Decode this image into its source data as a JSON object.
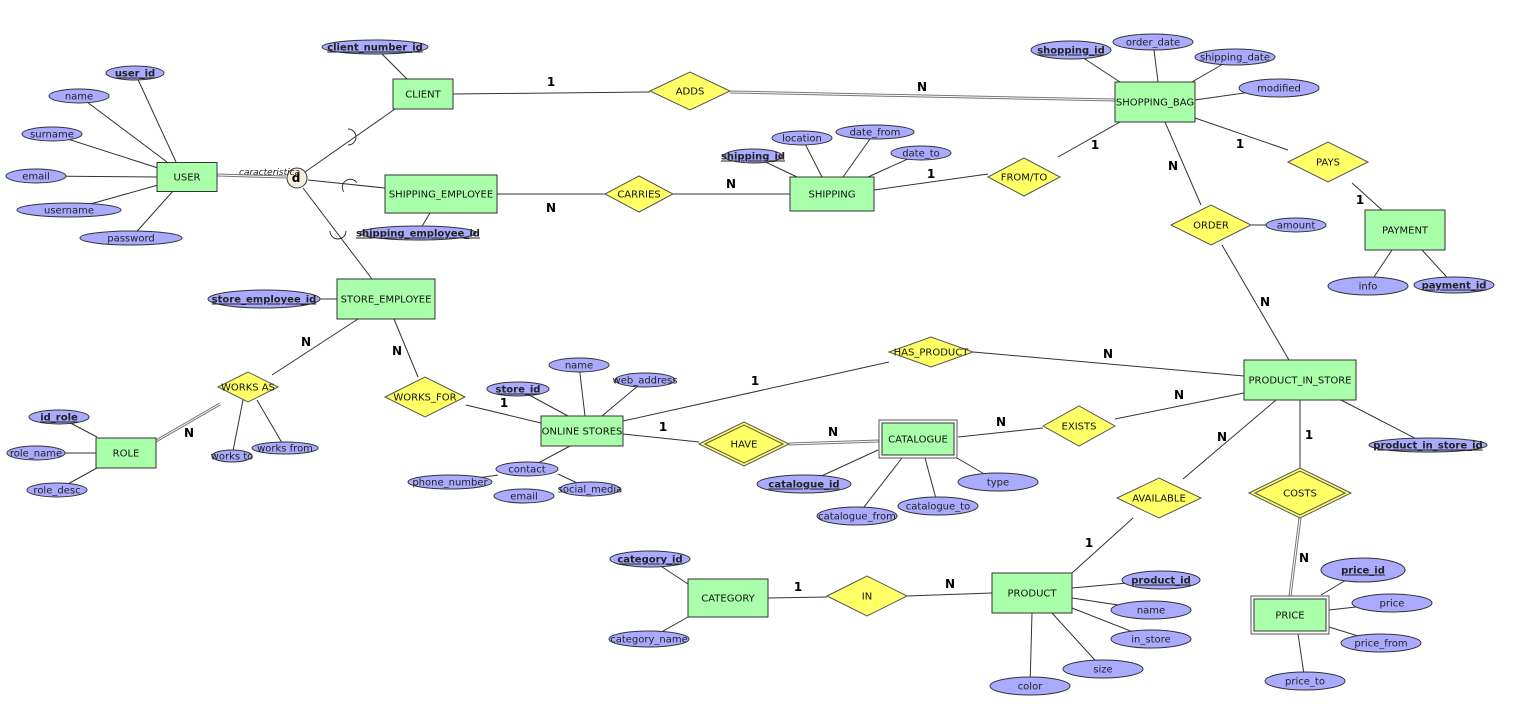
{
  "diagram": {
    "type": "entity-relationship",
    "colors": {
      "entity_fill": "#aaffaa",
      "relationship_fill": "#ffff66",
      "attribute_fill": "#aaaaff",
      "specialization_fill": "#f5f0dc"
    },
    "entities": [
      {
        "id": "USER",
        "label": "USER",
        "weak": false
      },
      {
        "id": "CLIENT",
        "label": "CLIENT",
        "weak": false
      },
      {
        "id": "SHIPPING_EMPLOYEE",
        "label": "SHIPPING_EMPLOYEE",
        "weak": false
      },
      {
        "id": "STORE_EMPLOYEE",
        "label": "STORE_EMPLOYEE",
        "weak": false
      },
      {
        "id": "ROLE",
        "label": "ROLE",
        "weak": false
      },
      {
        "id": "SHIPPING",
        "label": "SHIPPING",
        "weak": false
      },
      {
        "id": "SHOPPING_BAG",
        "label": "SHOPPING_BAG",
        "weak": false
      },
      {
        "id": "PAYMENT",
        "label": "PAYMENT",
        "weak": false
      },
      {
        "id": "ONLINE_STORES",
        "label": "ONLINE STORES",
        "weak": false
      },
      {
        "id": "CATALOGUE",
        "label": "CATALOGUE",
        "weak": true
      },
      {
        "id": "PRODUCT_IN_STORE",
        "label": "PRODUCT_IN_STORE",
        "weak": false
      },
      {
        "id": "CATEGORY",
        "label": "CATEGORY",
        "weak": false
      },
      {
        "id": "PRODUCT",
        "label": "PRODUCT",
        "weak": false
      },
      {
        "id": "PRICE",
        "label": "PRICE",
        "weak": true
      }
    ],
    "relationships": [
      {
        "id": "ADDS",
        "label": "ADDS",
        "identifying": false
      },
      {
        "id": "CARRIES",
        "label": "CARRIES",
        "identifying": false
      },
      {
        "id": "FROM_TO",
        "label": "FROM/TO",
        "identifying": false
      },
      {
        "id": "PAYS",
        "label": "PAYS",
        "identifying": false
      },
      {
        "id": "ORDER",
        "label": "ORDER",
        "identifying": false
      },
      {
        "id": "WORKS_AS",
        "label": "WORKS AS",
        "identifying": false
      },
      {
        "id": "WORKS_FOR",
        "label": "WORKS_FOR",
        "identifying": false
      },
      {
        "id": "HAS_PRODUCT",
        "label": "HAS_PRODUCT",
        "identifying": false
      },
      {
        "id": "HAVE",
        "label": "HAVE",
        "identifying": true
      },
      {
        "id": "EXISTS",
        "label": "EXISTS",
        "identifying": false
      },
      {
        "id": "AVAILABLE",
        "label": "AVAILABLE",
        "identifying": false
      },
      {
        "id": "COSTS",
        "label": "COSTS",
        "identifying": true
      },
      {
        "id": "IN",
        "label": "IN",
        "identifying": false
      }
    ],
    "attributes": [
      {
        "id": "user_id",
        "label": "user_id",
        "key": true,
        "owner": "USER"
      },
      {
        "id": "user_name",
        "label": "name",
        "key": false,
        "owner": "USER"
      },
      {
        "id": "user_surname",
        "label": "surname",
        "key": false,
        "owner": "USER"
      },
      {
        "id": "user_email",
        "label": "email",
        "key": false,
        "owner": "USER"
      },
      {
        "id": "user_username",
        "label": "username",
        "key": false,
        "owner": "USER"
      },
      {
        "id": "user_password",
        "label": "password",
        "key": false,
        "owner": "USER"
      },
      {
        "id": "client_number_id",
        "label": "client_number_id",
        "key": true,
        "owner": "CLIENT"
      },
      {
        "id": "shipping_employee_id",
        "label": "shipping_employee_id",
        "key": true,
        "owner": "SHIPPING_EMPLOYEE"
      },
      {
        "id": "store_employee_id",
        "label": "store_employee_id",
        "key": true,
        "owner": "STORE_EMPLOYEE"
      },
      {
        "id": "id_role",
        "label": "id_role",
        "key": true,
        "owner": "ROLE"
      },
      {
        "id": "role_name",
        "label": "role_name",
        "key": false,
        "owner": "ROLE"
      },
      {
        "id": "role_desc",
        "label": "role_desc",
        "key": false,
        "owner": "ROLE"
      },
      {
        "id": "works_to",
        "label": "works to",
        "key": false,
        "owner": "WORKS_AS"
      },
      {
        "id": "works_from",
        "label": "works from",
        "key": false,
        "owner": "WORKS_AS"
      },
      {
        "id": "shipping_id",
        "label": "shipping_id",
        "key": true,
        "owner": "SHIPPING"
      },
      {
        "id": "location",
        "label": "location",
        "key": false,
        "owner": "SHIPPING"
      },
      {
        "id": "date_from",
        "label": "date_from",
        "key": false,
        "owner": "SHIPPING"
      },
      {
        "id": "date_to",
        "label": "date_to",
        "key": false,
        "owner": "SHIPPING"
      },
      {
        "id": "shopping_id",
        "label": "shopping_id",
        "key": true,
        "owner": "SHOPPING_BAG"
      },
      {
        "id": "order_date",
        "label": "order_date",
        "key": false,
        "owner": "SHOPPING_BAG"
      },
      {
        "id": "shipping_date",
        "label": "shipping_date",
        "key": false,
        "owner": "SHOPPING_BAG"
      },
      {
        "id": "modified",
        "label": "modified",
        "key": false,
        "owner": "SHOPPING_BAG"
      },
      {
        "id": "amount",
        "label": "amount",
        "key": false,
        "owner": "ORDER"
      },
      {
        "id": "info",
        "label": "info",
        "key": false,
        "owner": "PAYMENT"
      },
      {
        "id": "payment_id",
        "label": "payment_id",
        "key": true,
        "owner": "PAYMENT"
      },
      {
        "id": "store_id",
        "label": "store_id",
        "key": true,
        "owner": "ONLINE_STORES"
      },
      {
        "id": "store_name",
        "label": "name",
        "key": false,
        "owner": "ONLINE_STORES"
      },
      {
        "id": "web_address",
        "label": "web_address",
        "key": false,
        "owner": "ONLINE_STORES"
      },
      {
        "id": "contact",
        "label": "contact",
        "key": false,
        "owner": "ONLINE_STORES"
      },
      {
        "id": "phone_number",
        "label": "phone_number",
        "key": false,
        "owner": "contact"
      },
      {
        "id": "contact_email",
        "label": "email",
        "key": false,
        "owner": "contact"
      },
      {
        "id": "social_media",
        "label": "social_media",
        "key": false,
        "owner": "contact"
      },
      {
        "id": "catalogue_id",
        "label": "catalogue_id",
        "key": true,
        "partial": true,
        "owner": "CATALOGUE"
      },
      {
        "id": "catalogue_from",
        "label": "catalogue_from",
        "key": false,
        "owner": "CATALOGUE"
      },
      {
        "id": "catalogue_to",
        "label": "catalogue_to",
        "key": false,
        "owner": "CATALOGUE"
      },
      {
        "id": "type",
        "label": "type",
        "key": false,
        "owner": "CATALOGUE"
      },
      {
        "id": "product_in_store_id",
        "label": "product_in_store_id",
        "key": true,
        "owner": "PRODUCT_IN_STORE"
      },
      {
        "id": "category_id",
        "label": "category_id",
        "key": true,
        "owner": "CATEGORY"
      },
      {
        "id": "category_name",
        "label": "category_name",
        "key": false,
        "owner": "CATEGORY"
      },
      {
        "id": "product_id",
        "label": "product_id",
        "key": true,
        "owner": "PRODUCT"
      },
      {
        "id": "product_name",
        "label": "name",
        "key": false,
        "owner": "PRODUCT"
      },
      {
        "id": "in_store",
        "label": "in_store",
        "key": false,
        "owner": "PRODUCT"
      },
      {
        "id": "size",
        "label": "size",
        "key": false,
        "owner": "PRODUCT"
      },
      {
        "id": "color",
        "label": "color",
        "key": false,
        "owner": "PRODUCT"
      },
      {
        "id": "price_id",
        "label": "price_id",
        "key": true,
        "partial": true,
        "owner": "PRICE"
      },
      {
        "id": "price",
        "label": "price",
        "key": false,
        "owner": "PRICE"
      },
      {
        "id": "price_from",
        "label": "price_from",
        "key": false,
        "owner": "PRICE"
      },
      {
        "id": "price_to",
        "label": "price_to",
        "key": false,
        "owner": "PRICE"
      }
    ],
    "specialization": {
      "parent": "USER",
      "symbol": "d",
      "label": "caracteristica",
      "children": [
        "CLIENT",
        "SHIPPING_EMPLOYEE",
        "STORE_EMPLOYEE"
      ]
    },
    "connections": [
      {
        "from": "CLIENT",
        "to": "ADDS",
        "cardinality": "1",
        "total": false
      },
      {
        "from": "ADDS",
        "to": "SHOPPING_BAG",
        "cardinality": "N",
        "total": true
      },
      {
        "from": "SHIPPING_EMPLOYEE",
        "to": "CARRIES",
        "cardinality": "N",
        "total": false
      },
      {
        "from": "CARRIES",
        "to": "SHIPPING",
        "cardinality": "N",
        "total": false
      },
      {
        "from": "SHIPPING",
        "to": "FROM_TO",
        "cardinality": "1",
        "total": false
      },
      {
        "from": "FROM_TO",
        "to": "SHOPPING_BAG",
        "cardinality": "1",
        "total": false
      },
      {
        "from": "SHOPPING_BAG",
        "to": "PAYS",
        "cardinality": "1",
        "total": false
      },
      {
        "from": "PAYS",
        "to": "PAYMENT",
        "cardinality": "1",
        "total": false
      },
      {
        "from": "SHOPPING_BAG",
        "to": "ORDER",
        "cardinality": "N",
        "total": false
      },
      {
        "from": "ORDER",
        "to": "PRODUCT_IN_STORE",
        "cardinality": "N",
        "total": false
      },
      {
        "from": "STORE_EMPLOYEE",
        "to": "WORKS_AS",
        "cardinality": "N",
        "total": false
      },
      {
        "from": "WORKS_AS",
        "to": "ROLE",
        "cardinality": "N",
        "total": true
      },
      {
        "from": "STORE_EMPLOYEE",
        "to": "WORKS_FOR",
        "cardinality": "N",
        "total": false
      },
      {
        "from": "WORKS_FOR",
        "to": "ONLINE_STORES",
        "cardinality": "1",
        "total": false
      },
      {
        "from": "ONLINE_STORES",
        "to": "HAS_PRODUCT",
        "cardinality": "1",
        "total": false
      },
      {
        "from": "HAS_PRODUCT",
        "to": "PRODUCT_IN_STORE",
        "cardinality": "N",
        "total": false
      },
      {
        "from": "ONLINE_STORES",
        "to": "HAVE",
        "cardinality": "1",
        "total": false
      },
      {
        "from": "HAVE",
        "to": "CATALOGUE",
        "cardinality": "N",
        "total": true
      },
      {
        "from": "CATALOGUE",
        "to": "EXISTS",
        "cardinality": "N",
        "total": false
      },
      {
        "from": "EXISTS",
        "to": "PRODUCT_IN_STORE",
        "cardinality": "N",
        "total": false
      },
      {
        "from": "PRODUCT_IN_STORE",
        "to": "AVAILABLE",
        "cardinality": "N",
        "total": false
      },
      {
        "from": "AVAILABLE",
        "to": "PRODUCT",
        "cardinality": "1",
        "total": false
      },
      {
        "from": "PRODUCT_IN_STORE",
        "to": "COSTS",
        "cardinality": "1",
        "total": false
      },
      {
        "from": "COSTS",
        "to": "PRICE",
        "cardinality": "N",
        "total": true
      },
      {
        "from": "CATEGORY",
        "to": "IN",
        "cardinality": "1",
        "total": false
      },
      {
        "from": "IN",
        "to": "PRODUCT",
        "cardinality": "N",
        "total": false
      }
    ]
  }
}
